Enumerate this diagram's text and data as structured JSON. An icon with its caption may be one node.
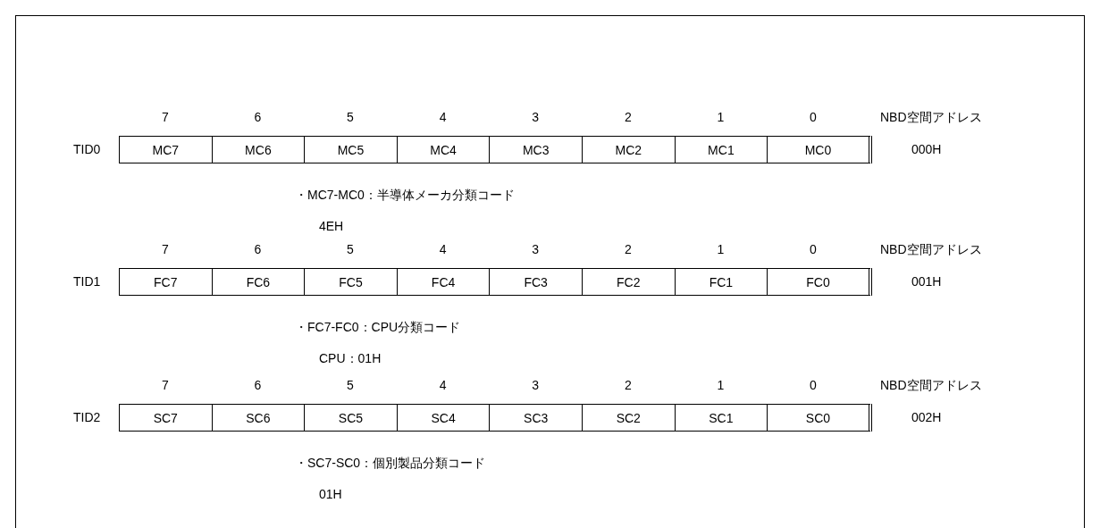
{
  "diagram": {
    "nodes": [
      {
        "text": [
          "MC7"
        ]
      },
      {
        "text": [
          "MC6"
        ]
      },
      {
        "text": [
          "MC5"
        ]
      },
      {
        "text": [
          "MC4"
        ]
      },
      {
        "text": [
          "MC3"
        ]
      },
      {
        "text": [
          "MC2"
        ]
      },
      {
        "text": [
          "MC1"
        ]
      },
      {
        "text": [
          "MC0"
        ]
      },
      {
        "text": [
          "FC7"
        ]
      },
      {
        "text": [
          "FC6"
        ]
      },
      {
        "text": [
          "FC5"
        ]
      },
      {
        "text": [
          "FC4"
        ]
      },
      {
        "text": [
          "FC3"
        ]
      },
      {
        "text": [
          "FC2"
        ]
      },
      {
        "text": [
          "FC1"
        ]
      },
      {
        "text": [
          "FC0"
        ]
      },
      {
        "text": [
          "SC7"
        ]
      },
      {
        "text": [
          "SC6"
        ]
      },
      {
        "text": [
          "SC5"
        ]
      },
      {
        "text": [
          "SC4"
        ]
      },
      {
        "text": [
          "SC3"
        ]
      },
      {
        "text": [
          "SC2"
        ]
      },
      {
        "text": [
          "SC1"
        ]
      },
      {
        "text": [
          "SC0"
        ]
      }
    ],
    "labels": [
      "7",
      "6",
      "5",
      "4",
      "3",
      "2",
      "1",
      "0",
      "NBD空間アドレス",
      "TID0",
      "000H",
      "・MC7-MC0：半導体メーカ分類コード",
      "4EH",
      "7",
      "6",
      "5",
      "4",
      "3",
      "2",
      "1",
      "0",
      "NBD空間アドレス",
      "TID1",
      "001H",
      "・FC7-FC0：CPU分類コード",
      "CPU：01H",
      "7",
      "6",
      "5",
      "4",
      "3",
      "2",
      "1",
      "0",
      "NBD空間アドレス",
      "TID2",
      "002H",
      "・SC7-SC0：個別製品分類コード",
      "01H"
    ]
  }
}
